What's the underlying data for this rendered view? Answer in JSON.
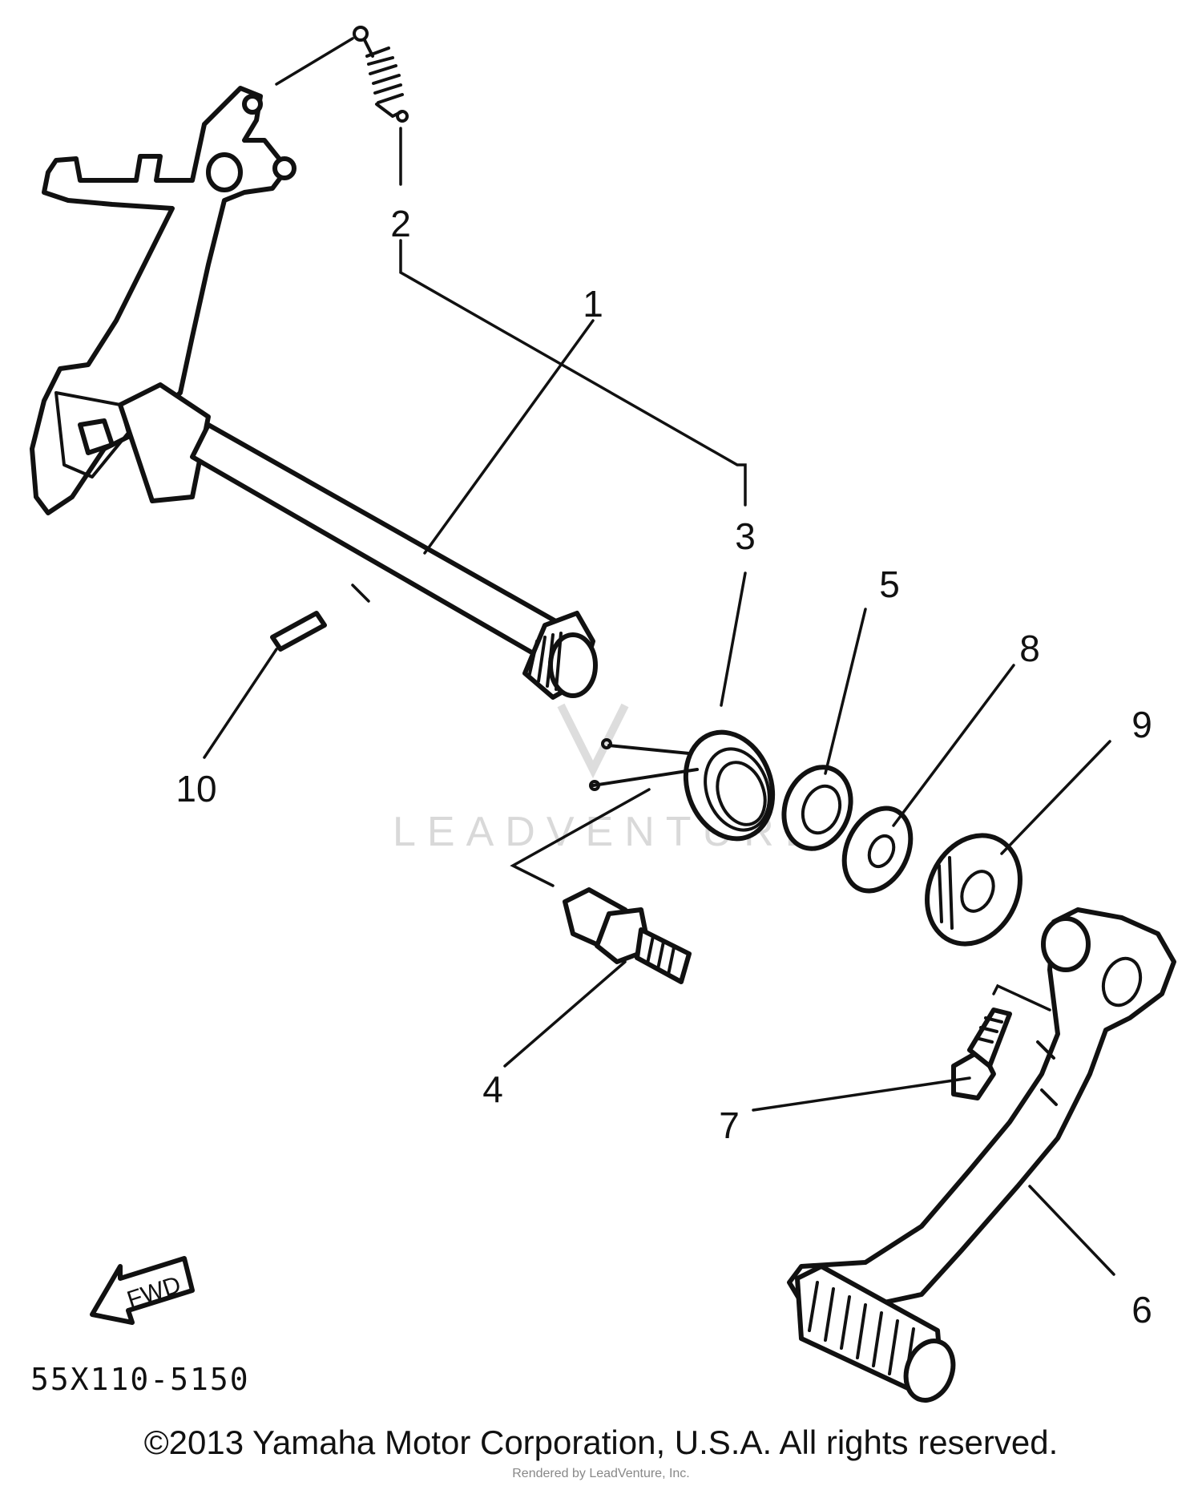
{
  "callouts": {
    "c1": "1",
    "c2": "2",
    "c3": "3",
    "c4": "4",
    "c5": "5",
    "c6": "6",
    "c7": "7",
    "c8": "8",
    "c9": "9",
    "c10": "10"
  },
  "fwd_label": "FWD",
  "diagram_code": "55X110-5150",
  "watermark": "LEADVENTURE",
  "copyright": "©2013 Yamaha Motor Corporation, U.S.A. All rights reserved.",
  "credit": "Rendered by LeadVenture, Inc."
}
